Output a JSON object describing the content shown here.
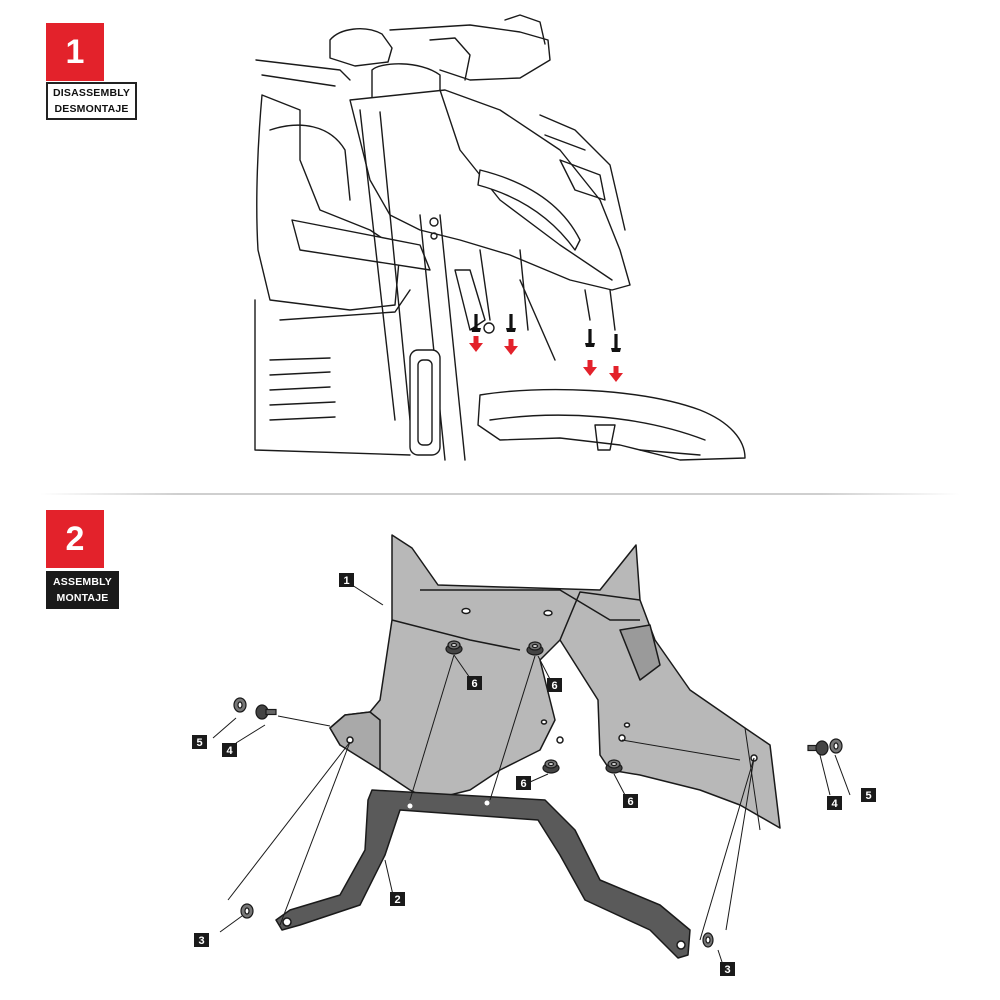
{
  "step1": {
    "number": "1",
    "label_line1": "DISASSEMBLY",
    "label_line2": "DESMONTAJE"
  },
  "step2": {
    "number": "2",
    "label_line1": "ASSEMBLY",
    "label_line2": "MONTAJE"
  },
  "callouts": {
    "c1": "1",
    "c2": "2",
    "c3a": "3",
    "c3b": "3",
    "c4a": "4",
    "c4b": "4",
    "c5a": "5",
    "c5b": "5",
    "c6a": "6",
    "c6b": "6",
    "c6c": "6",
    "c6d": "6"
  },
  "colors": {
    "accent_red": "#e3222b",
    "part_gray": "#b8b8b8",
    "bracket_dark": "#5a5a5a",
    "line": "#1a1a1a"
  }
}
